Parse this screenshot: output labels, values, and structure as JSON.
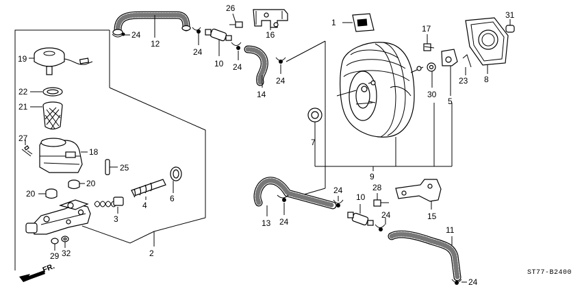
{
  "diagram": {
    "code": "ST77-B2400",
    "direction": "FR.",
    "labels": {
      "l1": "1",
      "l2": "2",
      "l3": "3",
      "l4": "4",
      "l5": "5",
      "l6": "6",
      "l7": "7",
      "l8": "8",
      "l9": "9",
      "l10a": "10",
      "l10b": "10",
      "l11": "11",
      "l12": "12",
      "l13": "13",
      "l14": "14",
      "l15": "15",
      "l16": "16",
      "l17": "17",
      "l18": "18",
      "l19": "19",
      "l20a": "20",
      "l20b": "20",
      "l21": "21",
      "l22": "22",
      "l23": "23",
      "l24a": "24",
      "l24b": "24",
      "l24c": "24",
      "l24d": "24",
      "l24e": "24",
      "l24f": "24",
      "l24g": "24",
      "l24h": "24",
      "l25": "25",
      "l26": "26",
      "l27": "27",
      "l28": "28",
      "l29": "29",
      "l30": "30",
      "l31": "31",
      "l32": "32"
    },
    "icons": {
      "direction_arrow": "arrow-down-left-icon"
    }
  }
}
